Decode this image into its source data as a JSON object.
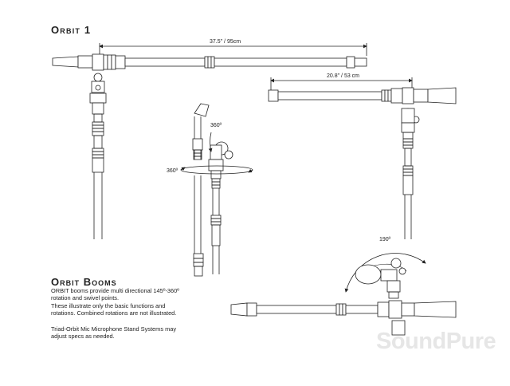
{
  "document": {
    "title": "Orbit 1",
    "dimensions": {
      "long_boom": "37.5\" / 95cm",
      "short_boom": "20.8\" / 53 cm"
    },
    "rotations": {
      "vertical": "360º",
      "horizontal": "360º",
      "swivel": "190º"
    },
    "section": {
      "heading": "Orbit Booms",
      "paragraphs": [
        [
          "ORBIT booms provide multi directional 145º-360º",
          "rotation and swivel points."
        ],
        [
          "These illustrate only the basic functions and",
          "rotations. Combined rotations are not illustrated."
        ],
        [
          "Triad-Orbit Mic Microphone Stand Systems may",
          "adjust specs as needed."
        ]
      ]
    },
    "watermark": "SoundPure"
  }
}
